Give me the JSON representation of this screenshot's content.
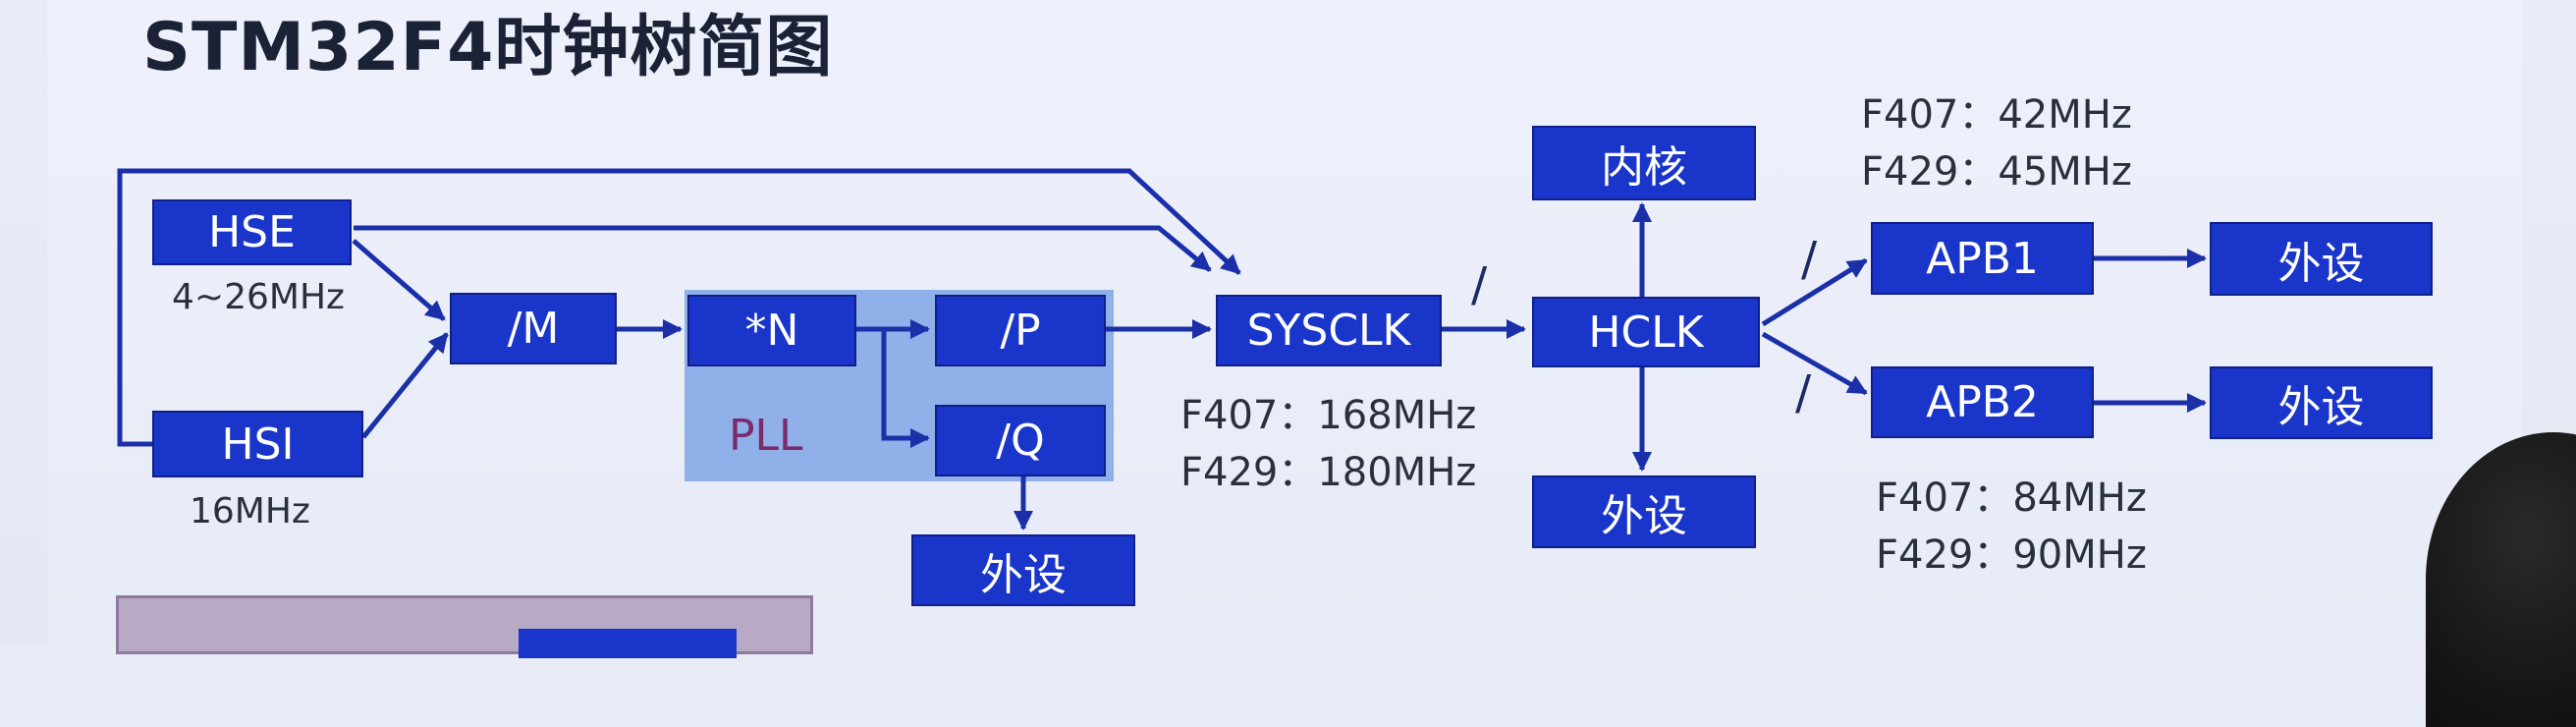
{
  "title": "STM32F4时钟树简图",
  "boxes": {
    "hse": "HSE",
    "hsi": "HSI",
    "m": "/M",
    "n": "*N",
    "p": "/P",
    "q": "/Q",
    "pll_periph": "外设",
    "sysclk": "SYSCLK",
    "hclk": "HCLK",
    "core": "内核",
    "hclk_periph": "外设",
    "apb1": "APB1",
    "apb2": "APB2",
    "apb1_periph": "外设",
    "apb2_periph": "外设"
  },
  "pll_label": "PLL",
  "freqs": {
    "hse": "4~26MHz",
    "hsi": "16MHz",
    "sysclk_f407": "F407：168MHz",
    "sysclk_f429": "F429：180MHz",
    "apb1_f407": "F407：42MHz",
    "apb1_f429": "F429：45MHz",
    "apb2_f407": "F407：84MHz",
    "apb2_f429": "F429：90MHz"
  },
  "slashes": [
    "/",
    "/",
    "/"
  ],
  "colors": {
    "box_fill": "#1a35c9",
    "wire": "#1a2fa8",
    "pll_bg": "#8fb0e8"
  }
}
